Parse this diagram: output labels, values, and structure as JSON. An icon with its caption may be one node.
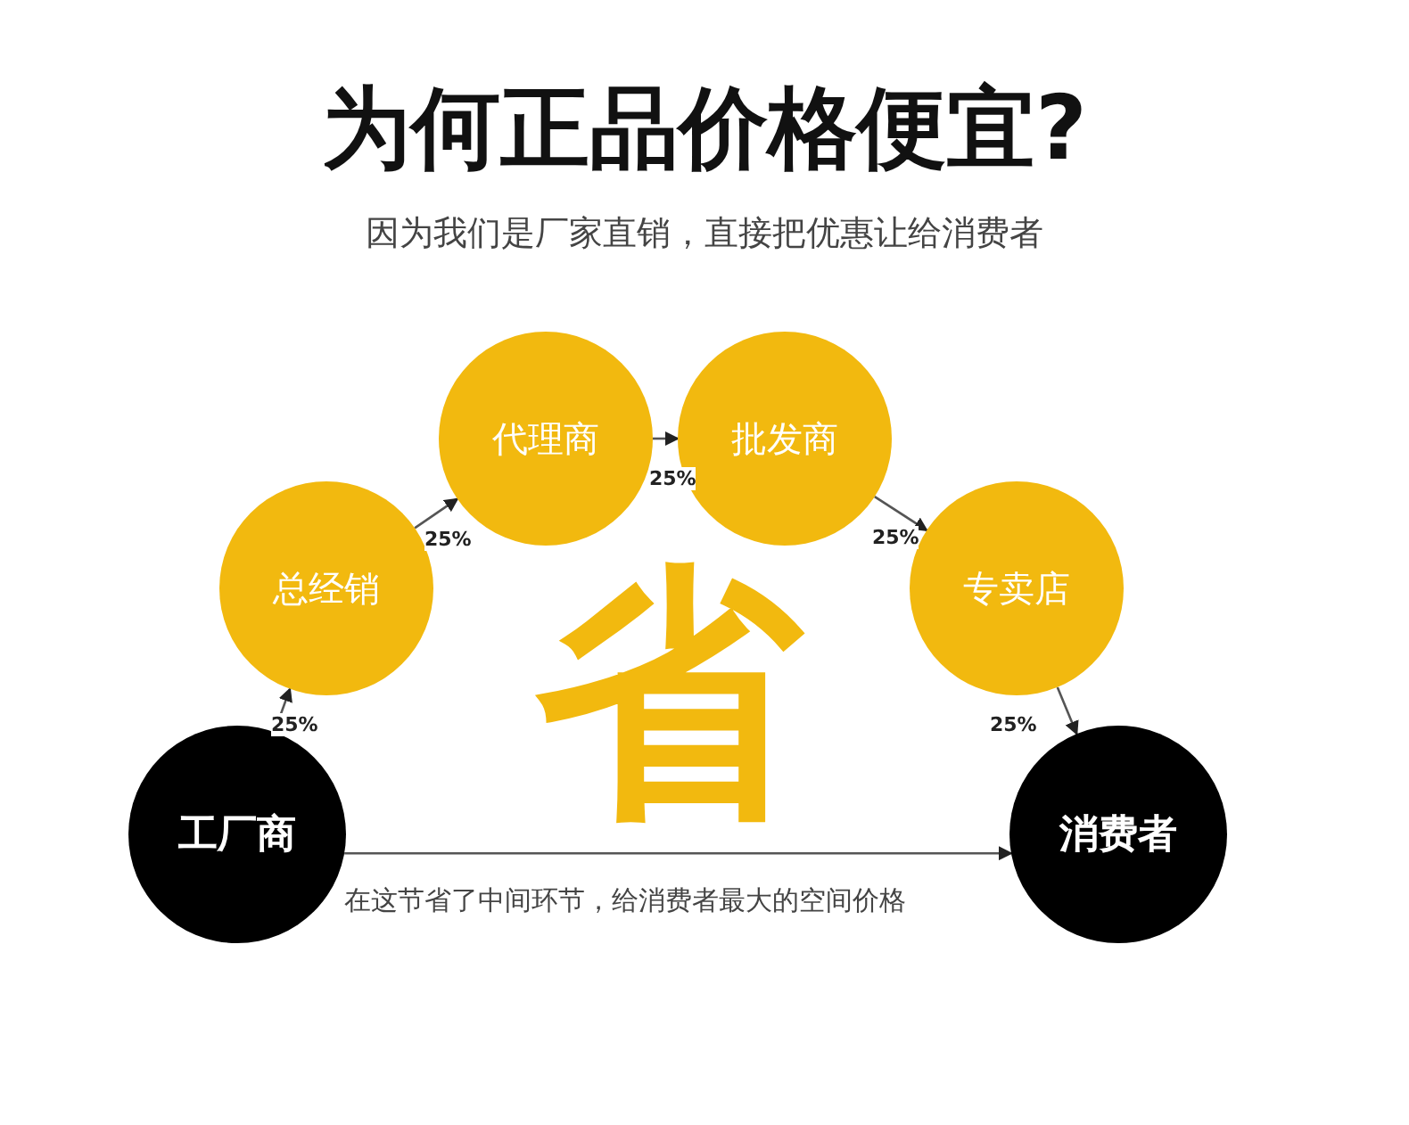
{
  "diagram": {
    "title": "为何正品价格便宜?",
    "nodes": [
      {
        "text": [
          "工厂商"
        ]
      },
      {
        "text": [
          "总经销"
        ]
      },
      {
        "text": [
          "代理商"
        ]
      },
      {
        "text": [
          "批发商"
        ]
      },
      {
        "text": [
          "专卖店"
        ]
      },
      {
        "text": [
          "消费者"
        ]
      }
    ],
    "edges": [
      {
        "from": 0,
        "to": 1,
        "arrow": "to",
        "label": "25%"
      },
      {
        "from": 1,
        "to": 2,
        "arrow": "to",
        "label": "25%"
      },
      {
        "from": 2,
        "to": 3,
        "arrow": "to",
        "label": "25%"
      },
      {
        "from": 3,
        "to": 4,
        "arrow": "to",
        "label": "25%"
      },
      {
        "from": 4,
        "to": 5,
        "arrow": "to",
        "label": "25%"
      },
      {
        "from": 0,
        "to": 5,
        "arrow": "to",
        "label": "在这节省了中间环节，给消费者最大的空间价格"
      }
    ],
    "labels": [
      "因为我们是厂家直销，直接把优惠让给消费者",
      "省"
    ]
  }
}
